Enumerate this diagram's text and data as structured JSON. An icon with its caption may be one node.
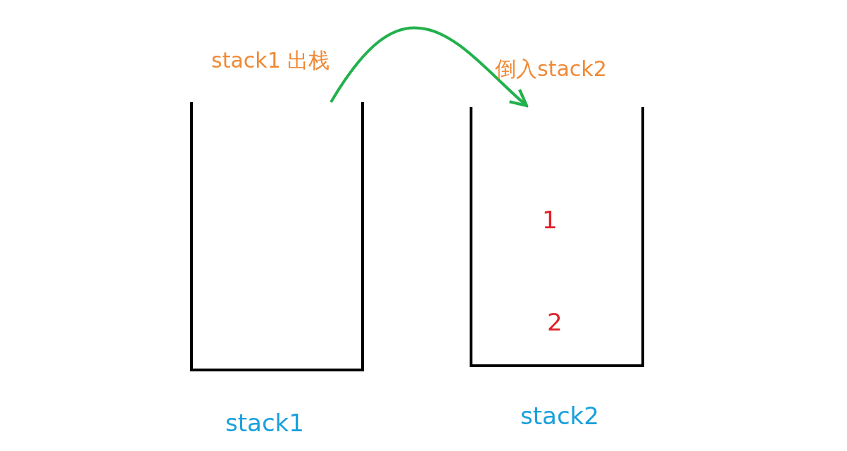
{
  "diagram": {
    "nodes": [
      {
        "text": [
          "stack1"
        ]
      },
      {
        "text": [
          "stack2"
        ]
      },
      {
        "text": [
          "1"
        ],
        "in": 1
      },
      {
        "text": [
          "2"
        ],
        "in": 1
      }
    ],
    "edges": [
      {
        "from": 0,
        "to": 1,
        "arrow": "to",
        "color": "#22b14c"
      }
    ],
    "labels": [
      "stack1 出栈",
      "倒入stack2"
    ]
  }
}
